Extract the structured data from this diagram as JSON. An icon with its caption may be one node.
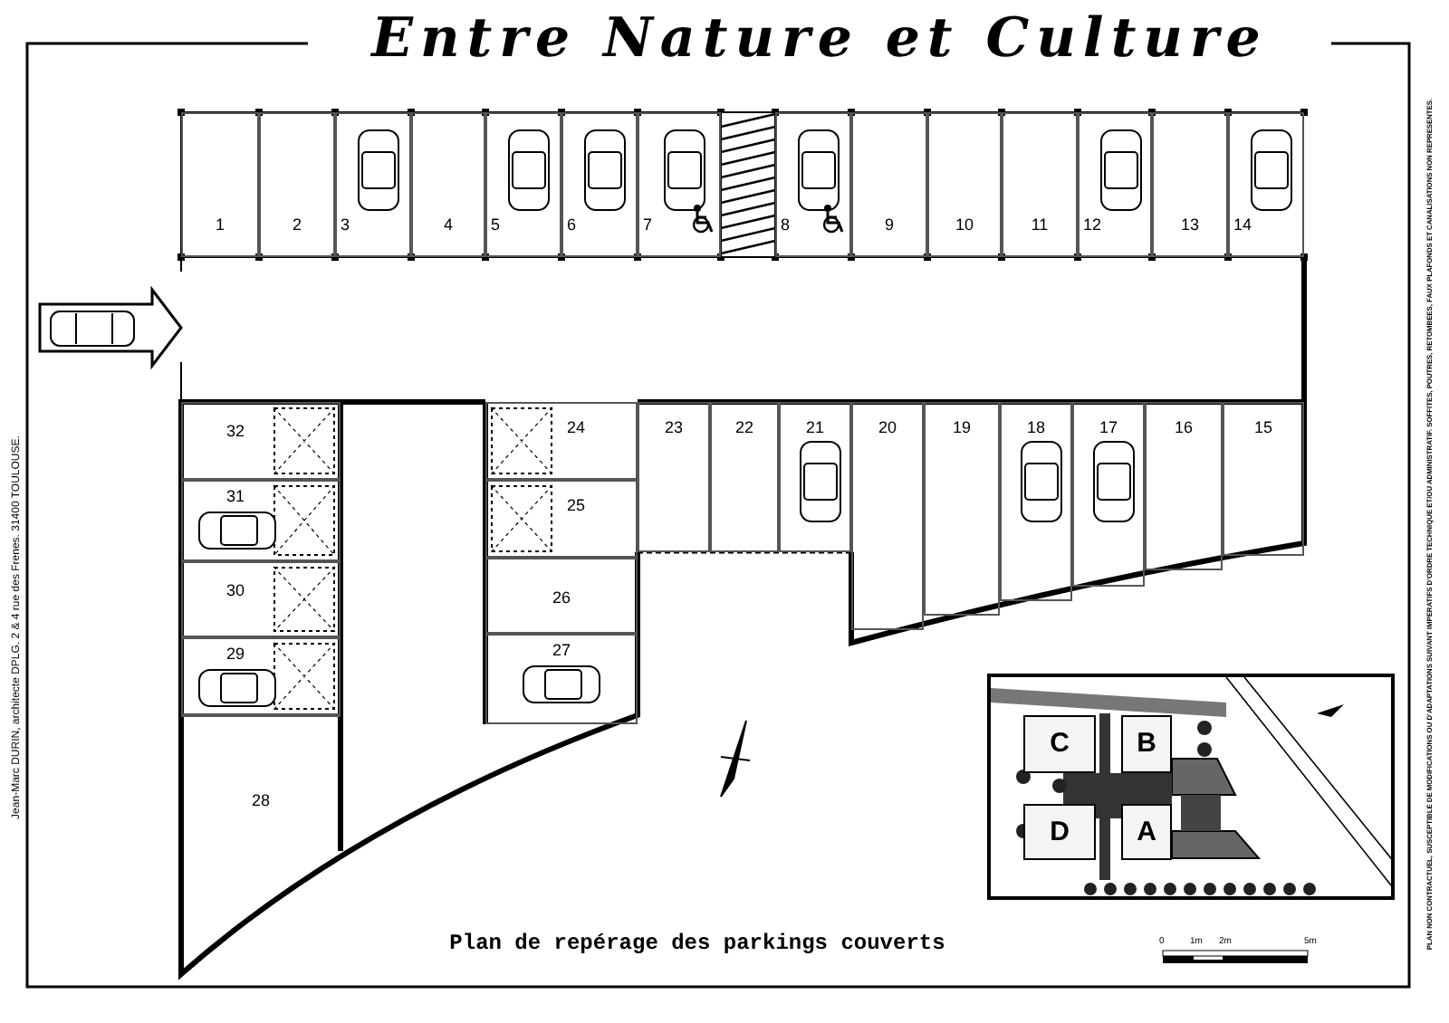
{
  "diagram": {
    "title": "Entre Nature et Culture",
    "caption": "Plan de repérage des parkings couverts",
    "nodes": [
      {
        "text": [
          "1"
        ]
      },
      {
        "text": [
          "2"
        ]
      },
      {
        "text": [
          "3"
        ]
      },
      {
        "text": [
          "4"
        ]
      },
      {
        "text": [
          "5"
        ]
      },
      {
        "text": [
          "6"
        ]
      },
      {
        "text": [
          "7"
        ]
      },
      {
        "text": [
          "8"
        ]
      },
      {
        "text": [
          "9"
        ]
      },
      {
        "text": [
          "10"
        ]
      },
      {
        "text": [
          "11"
        ]
      },
      {
        "text": [
          "12"
        ]
      },
      {
        "text": [
          "13"
        ]
      },
      {
        "text": [
          "14"
        ]
      },
      {
        "text": [
          "15"
        ]
      },
      {
        "text": [
          "16"
        ]
      },
      {
        "text": [
          "17"
        ]
      },
      {
        "text": [
          "18"
        ]
      },
      {
        "text": [
          "19"
        ]
      },
      {
        "text": [
          "20"
        ]
      },
      {
        "text": [
          "21"
        ]
      },
      {
        "text": [
          "22"
        ]
      },
      {
        "text": [
          "23"
        ]
      },
      {
        "text": [
          "24"
        ]
      },
      {
        "text": [
          "25"
        ]
      },
      {
        "text": [
          "26"
        ]
      },
      {
        "text": [
          "27"
        ]
      },
      {
        "text": [
          "28"
        ]
      },
      {
        "text": [
          "29"
        ]
      },
      {
        "text": [
          "30"
        ]
      },
      {
        "text": [
          "31"
        ]
      },
      {
        "text": [
          "32"
        ]
      },
      {
        "text": [],
        "shape": "picture"
      },
      {
        "text": [
          "C"
        ],
        "in": 32
      },
      {
        "text": [
          "B"
        ],
        "in": 32
      },
      {
        "text": [
          "D"
        ],
        "in": 32
      },
      {
        "text": [
          "A"
        ],
        "in": 32
      }
    ],
    "labels": [
      "Jean-Marc DURIN, architecte DPLG. 2 & 4 rue des Frenes. 31400 TOULOUSE.",
      "PLAN NON CONTRACTUEL, SUSCEPTIBLE DE MODIFICATIONS OU D'ADAPTATIONS SUIVANT IMPERATIFS D'ORDRE TECHNIQUE ET/OU ADMINISTRATIF. SOFFITES, POUTRES, RETOMBEES, FAUX PLAFONDS ET CANALISATIONS NON REPRESENTES.",
      "0",
      "1m",
      "2m",
      "5m"
    ]
  }
}
